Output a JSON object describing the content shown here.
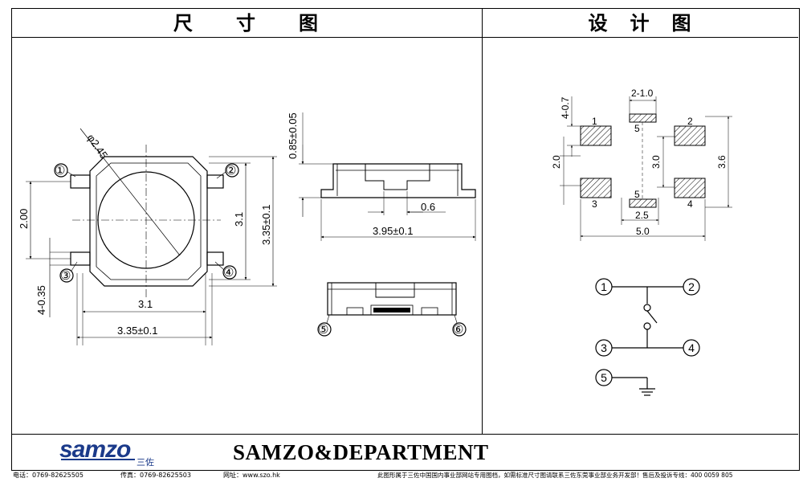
{
  "header": {
    "left_title": "尺　　寸　　图",
    "right_title": "设　计　图"
  },
  "dimension_drawing": {
    "diameter": "φ2.45",
    "pitch_2": "2.00",
    "body_3_1_vertical": "3.1",
    "overall_vertical": "3.35±0.1",
    "lead_width": "4-0.35",
    "body_3_1_horizontal": "3.1",
    "overall_horizontal": "3.35±0.1",
    "pins": [
      "①",
      "②",
      "③",
      "④"
    ],
    "side_height": "0.85±0.05",
    "side_gap": "0.6",
    "side_width": "3.95±0.1",
    "bottom_pins": [
      "⑤",
      "⑥"
    ]
  },
  "design_drawing": {
    "pad_width": "2-1.0",
    "pad_height": "4-0.7",
    "pad_labels": [
      "1",
      "2",
      "3",
      "4",
      "5",
      "5"
    ],
    "dim_2_0": "2.0",
    "dim_3_0": "3.0",
    "dim_3_6": "3.6",
    "dim_2_5": "2.5",
    "dim_5_0": "5.0"
  },
  "schematic": {
    "nodes": [
      "1",
      "2",
      "3",
      "4",
      "5"
    ]
  },
  "footer": {
    "logo_text": "samzo",
    "logo_sub": "三佐",
    "brand": "SAMZO&DEPARTMENT",
    "phone": "电话：0769-82625505",
    "fax": "传真：0769-82625503",
    "website": "网址：www.szo.hk",
    "notice": "此图形属于三佐中国国内事业部网站专用图档，如需标准尺寸图请联系三佐东莞事业部业务开发部！售后及投诉专线：400 0059 805"
  }
}
